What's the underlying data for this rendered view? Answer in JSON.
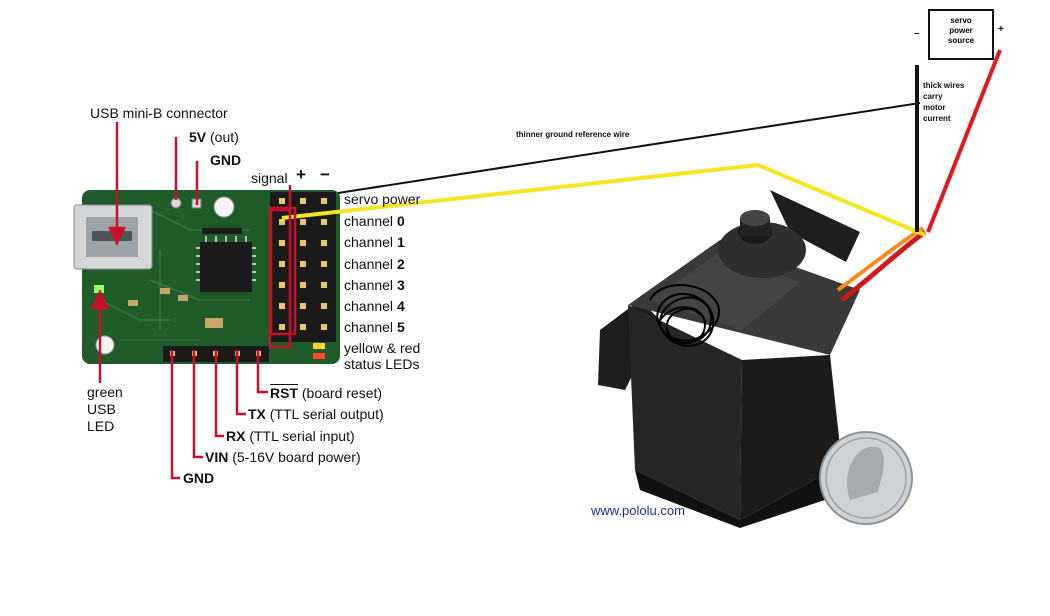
{
  "labels": {
    "usb_connector": "USB mini-B connector",
    "five_v_bold": "5V",
    "five_v_rest": " (out)",
    "gnd_top": "GND",
    "signal": "signal",
    "plus": "+",
    "minus": "−",
    "servo_power": "servo power",
    "channel_word": "channel",
    "channels": [
      "0",
      "1",
      "2",
      "3",
      "4",
      "5"
    ],
    "status_leds_1": "yellow & red",
    "status_leds_2": "status LEDs",
    "rst_bold": "RST",
    "rst_rest": " (board reset)",
    "tx_bold": "TX",
    "tx_rest": " (TTL serial output)",
    "rx_bold": "RX",
    "rx_rest": " (TTL serial input)",
    "vin_bold": "VIN",
    "vin_rest": " (5-16V board power)",
    "gnd_bottom": "GND",
    "green_led_1": "green",
    "green_led_2": "USB",
    "green_led_3": "LED"
  },
  "annotations": {
    "power_source_1": "servo",
    "power_source_2": "power",
    "power_source_3": "source",
    "minus_sign": "–",
    "plus_sign": "+",
    "thick_wires_1": "thick wires",
    "thick_wires_2": "carry",
    "thick_wires_3": "motor",
    "thick_wires_4": "current",
    "thin_wire": "thinner ground reference wire"
  },
  "credit": "www.pololu.com",
  "colors": {
    "board": "#1f5c2a",
    "pointer": "#c8102e",
    "signal_wire": "#f5e620",
    "ground_wire": "#111111",
    "power_wire": "#e01a1a",
    "servo_body": "#2a2a2a"
  },
  "icons": {
    "servo": "servo-motor-image",
    "coin": "quarter-coin-image",
    "board": "maestro-controller-board-image"
  }
}
